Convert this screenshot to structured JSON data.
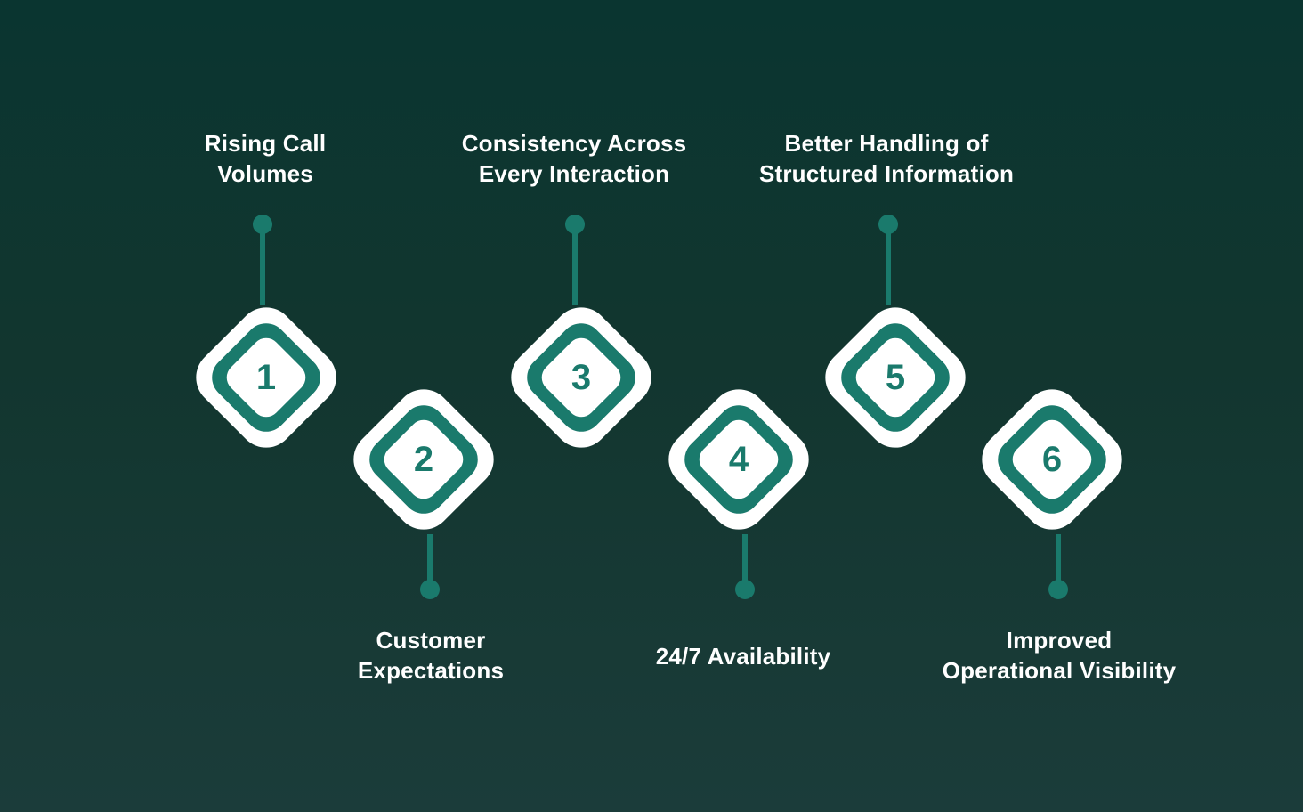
{
  "colors": {
    "background_top": "#0a3530",
    "background_bottom": "#1b3c3a",
    "accent": "#1a7a6c",
    "badge_fill": "#ffffff",
    "text": "#ffffff"
  },
  "steps": [
    {
      "number": "1",
      "label_lines": [
        "Rising Call",
        "Volumes"
      ],
      "position": "top"
    },
    {
      "number": "2",
      "label_lines": [
        "Customer",
        "Expectations"
      ],
      "position": "bottom"
    },
    {
      "number": "3",
      "label_lines": [
        "Consistency Across",
        "Every Interaction"
      ],
      "position": "top"
    },
    {
      "number": "4",
      "label_lines": [
        "24/7 Availability"
      ],
      "position": "bottom"
    },
    {
      "number": "5",
      "label_lines": [
        "Better Handling of",
        "Structured Information"
      ],
      "position": "top"
    },
    {
      "number": "6",
      "label_lines": [
        "Improved",
        "Operational Visibility"
      ],
      "position": "bottom"
    }
  ]
}
